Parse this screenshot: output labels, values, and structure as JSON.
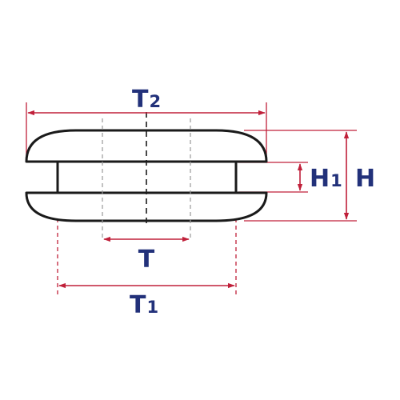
{
  "colors": {
    "dimension": "#c0203a",
    "label": "#22317a",
    "outline": "#1a1a1a"
  },
  "labels": {
    "t2": {
      "main": "T",
      "sub": "2"
    },
    "t": {
      "main": "T"
    },
    "t1": {
      "main": "T",
      "sub": "1"
    },
    "h1": {
      "main": "H",
      "sub": "1"
    },
    "h": {
      "main": "H"
    }
  }
}
